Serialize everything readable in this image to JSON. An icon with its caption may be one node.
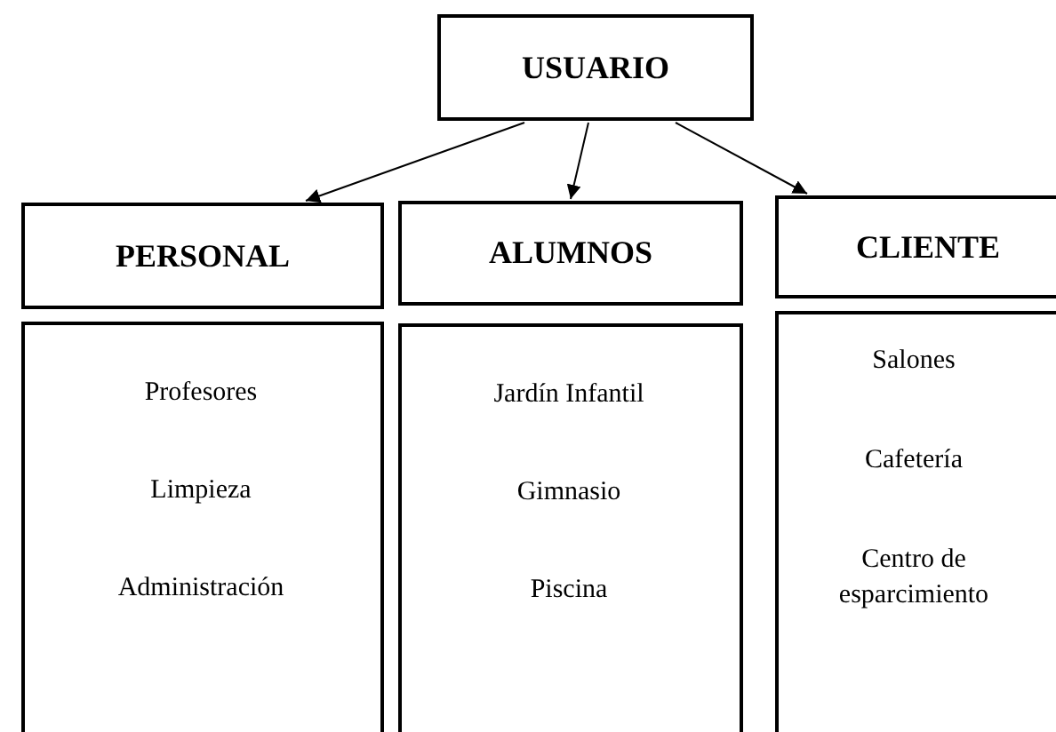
{
  "diagram": {
    "nodes": [
      {
        "text": [
          "USUARIO"
        ]
      },
      {
        "text": [
          "PERSONAL"
        ]
      },
      {
        "text": [
          "ALUMNOS"
        ]
      },
      {
        "text": [
          "CLIENTE"
        ]
      },
      {
        "text": [
          "Profesores",
          "Limpieza",
          "Administración"
        ]
      },
      {
        "text": [
          "Jardín Infantil",
          "Gimnasio",
          "Piscina"
        ]
      },
      {
        "text": [
          "Salones",
          "Cafetería",
          "Centro de esparcimiento"
        ]
      }
    ],
    "edges": [
      {
        "from": 0,
        "to": 1,
        "arrow": "to"
      },
      {
        "from": 0,
        "to": 2,
        "arrow": "to"
      },
      {
        "from": 0,
        "to": 3,
        "arrow": "to"
      }
    ]
  }
}
